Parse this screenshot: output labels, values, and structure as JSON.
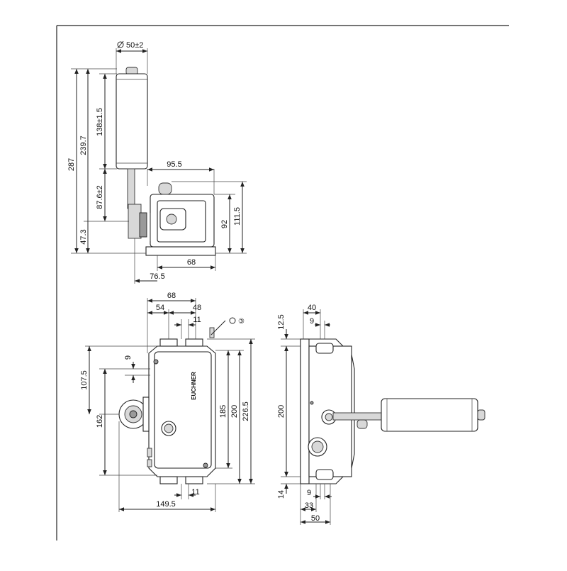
{
  "drawing": {
    "side_view": {
      "diameter": "50±2",
      "overall_height": "287",
      "height_2": "239.7",
      "rod_length": "138±1.5",
      "lever_height": "87.6±2",
      "base_height": "47.3",
      "top_width": "95.5",
      "body_height": "92",
      "total_height": "111.5",
      "bottom_width_1": "68",
      "bottom_width_2": "76.5"
    },
    "front_view": {
      "top_68": "68",
      "top_54": "54",
      "top_48": "48",
      "top_11": "11",
      "left_9": "9",
      "left_107_5": "107.5",
      "left_162": "162",
      "right_185": "185",
      "right_200": "200",
      "right_226_5": "226.5",
      "bottom_11": "11",
      "bottom_149_5": "149.5",
      "callout": "③",
      "brand": "EUCHNER"
    },
    "right_view": {
      "top_40": "40",
      "top_9": "9",
      "left_12_5": "12.5",
      "left_200": "200",
      "left_14": "14",
      "bottom_9": "9",
      "bottom_33": "33",
      "bottom_50": "50"
    }
  }
}
